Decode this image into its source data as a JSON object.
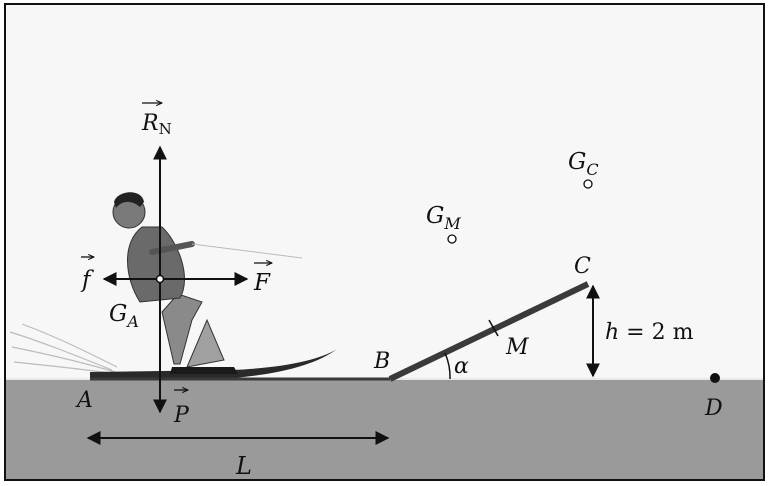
{
  "labels": {
    "rn_main": "R",
    "rn_sub": "N",
    "f_small": "f",
    "f_big": "F",
    "ga_main": "G",
    "ga_sub": "A",
    "p": "P",
    "a": "A",
    "l": "L",
    "b": "B",
    "alpha": "α",
    "m": "M",
    "c": "C",
    "gm_main": "G",
    "gm_sub": "M",
    "gc_main": "G",
    "gc_sub": "C",
    "h_var": "h",
    "h_rest": " = 2 m",
    "d": "D"
  },
  "colors": {
    "water": "#9a9a9a",
    "background": "#f7f7f7",
    "ink": "#111111",
    "ramp": "#3a3a3a"
  }
}
